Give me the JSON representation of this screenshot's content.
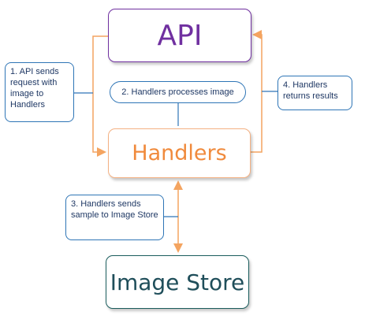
{
  "nodes": {
    "api": "API",
    "handlers": "Handlers",
    "image_store": "Image Store"
  },
  "callouts": {
    "step1": "1. API sends request with image to Handlers",
    "step2": "2. Handlers processes image",
    "step3": "3. Handlers sends sample to Image Store",
    "step4": "4. Handlers returns results"
  },
  "colors": {
    "api": "#7030a0",
    "handlers": "#f08a3c",
    "image_store": "#1f4e5a",
    "callout_border": "#2e75b6",
    "arrow": "#f4a460"
  }
}
